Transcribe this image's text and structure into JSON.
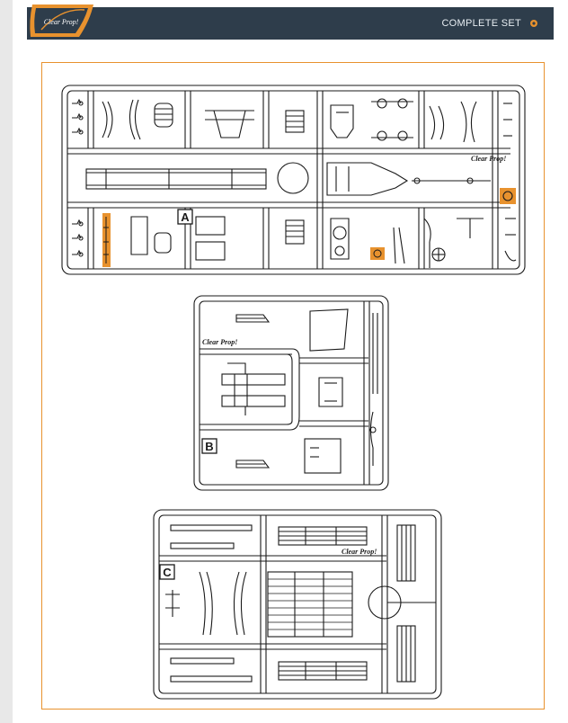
{
  "header": {
    "brand": "Clear Prop!",
    "title": "COMPLETE SET",
    "accent_color": "#e8922e",
    "bar_color": "#2e3d4b"
  },
  "sprues": {
    "a": {
      "letter": "A",
      "brand": "Clear Prop!"
    },
    "b": {
      "letter": "B",
      "brand": "Clear Prop!"
    },
    "c": {
      "letter": "C",
      "brand": "Clear Prop!"
    }
  },
  "highlight_color": "#e8922e",
  "icons": [
    "logo-icon",
    "gear-icon"
  ]
}
